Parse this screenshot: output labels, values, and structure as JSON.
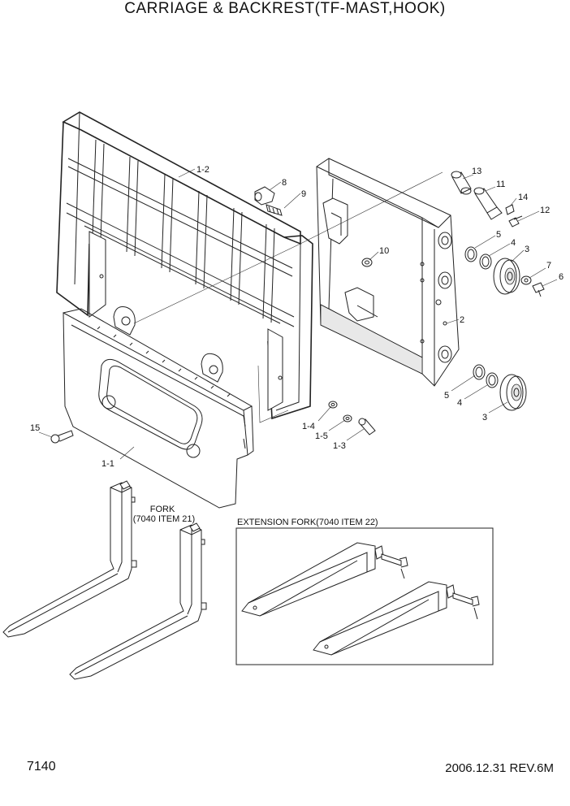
{
  "header": {
    "title": "CARRIAGE & BACKREST(TF-MAST,HOOK)"
  },
  "footer": {
    "page_number": "7140",
    "revision": "2006.12.31  REV.6M"
  },
  "callouts": {
    "c1_2": "1-2",
    "c8": "8",
    "c9": "9",
    "c13": "13",
    "c11": "11",
    "c14": "14",
    "c12": "12",
    "c5a": "5",
    "c4a": "4",
    "c3a": "3",
    "c10": "10",
    "c7": "7",
    "c6": "6",
    "c2": "2",
    "c5b": "5",
    "c4b": "4",
    "c3b": "3",
    "c15": "15",
    "c1_4": "1-4",
    "c1_5": "1-5",
    "c1_3": "1-3",
    "c1_1": "1-1"
  },
  "fork_label": {
    "line1": "FORK",
    "line2": "(7040 ITEM 21)"
  },
  "extension_box": {
    "label": "EXTENSION FORK(7040 ITEM 22)"
  }
}
